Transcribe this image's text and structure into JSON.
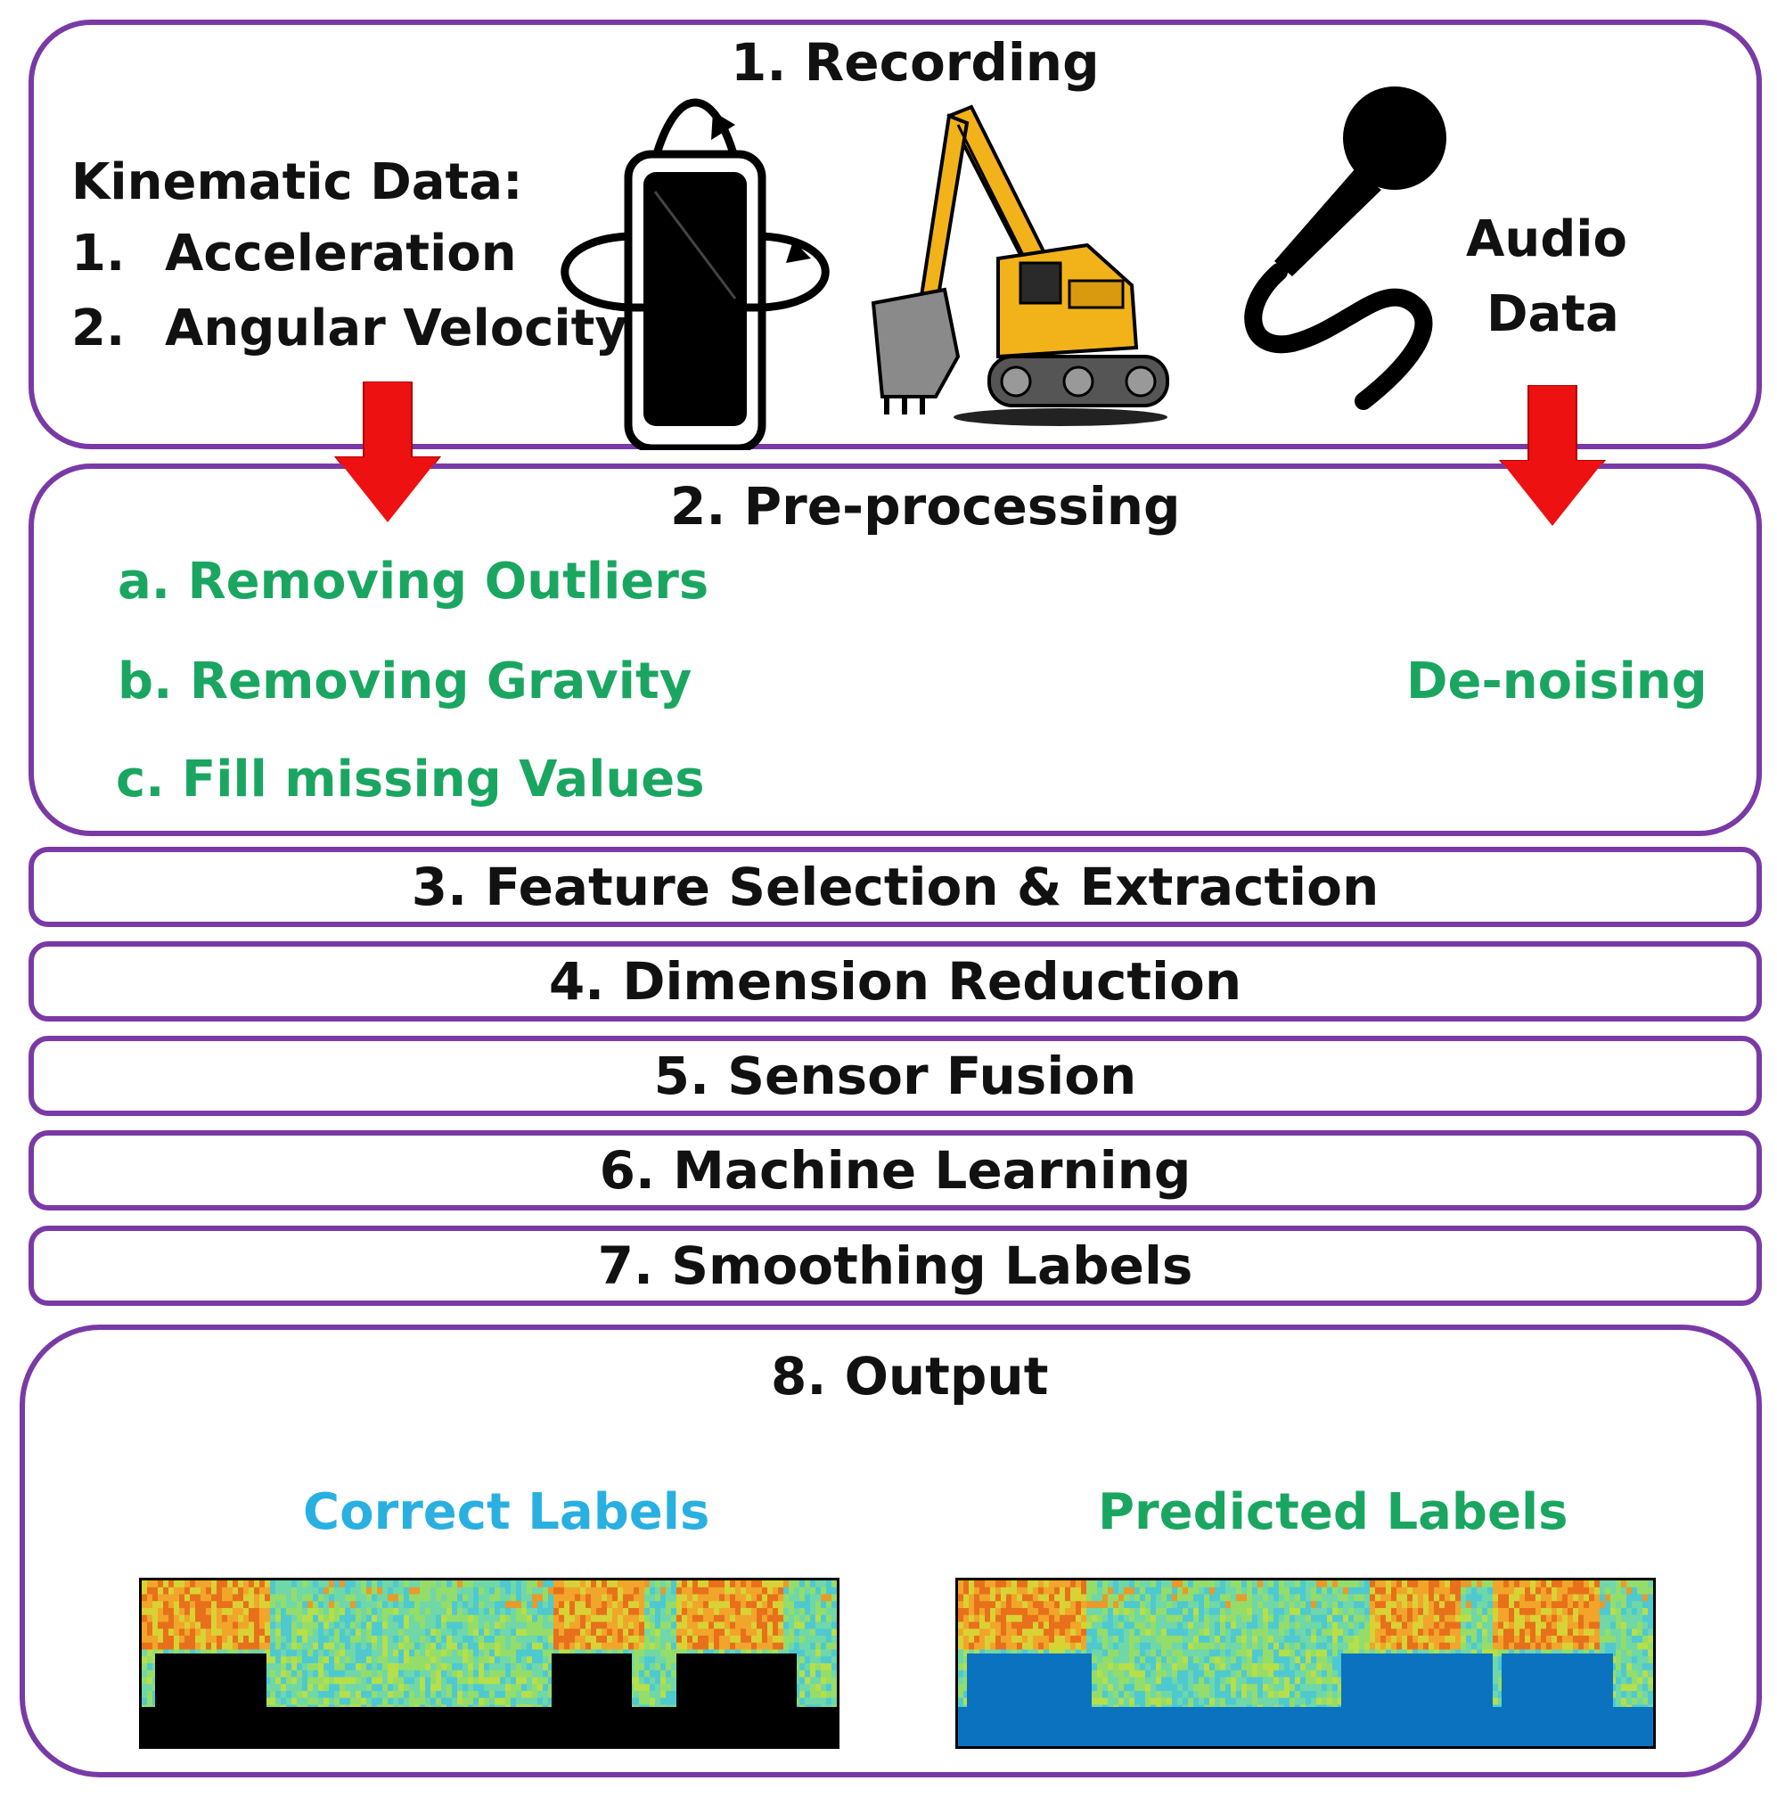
{
  "recording": {
    "title": "1. Recording",
    "kinematic_heading": "Kinematic Data:",
    "kinematic_items": [
      {
        "num": "1.",
        "label": "Acceleration"
      },
      {
        "num": "2.",
        "label": "Angular Velocity"
      }
    ],
    "audio_line1": "Audio",
    "audio_line2": "Data",
    "icons": [
      "rotating-phone-icon",
      "excavator-icon",
      "microphone-icon"
    ]
  },
  "preprocessing": {
    "title": "2. Pre-processing",
    "kinematic_steps": [
      "a. Removing Outliers",
      "b. Removing Gravity",
      "c. Fill missing Values"
    ],
    "audio_step": "De-noising"
  },
  "stages": [
    "3. Feature Selection & Extraction",
    "4. Dimension Reduction",
    "5. Sensor Fusion",
    "6. Machine Learning",
    "7. Smoothing Labels"
  ],
  "output": {
    "title": "8. Output",
    "correct_label": "Correct Labels",
    "predicted_label": "Predicted Labels"
  },
  "colors": {
    "border": "#7a3aa6",
    "arrow": "#ee1111",
    "green_text": "#1aa661",
    "cyan_text": "#29b0e0",
    "correct_bars": "#000000",
    "predicted_bars": "#0b72c0"
  }
}
